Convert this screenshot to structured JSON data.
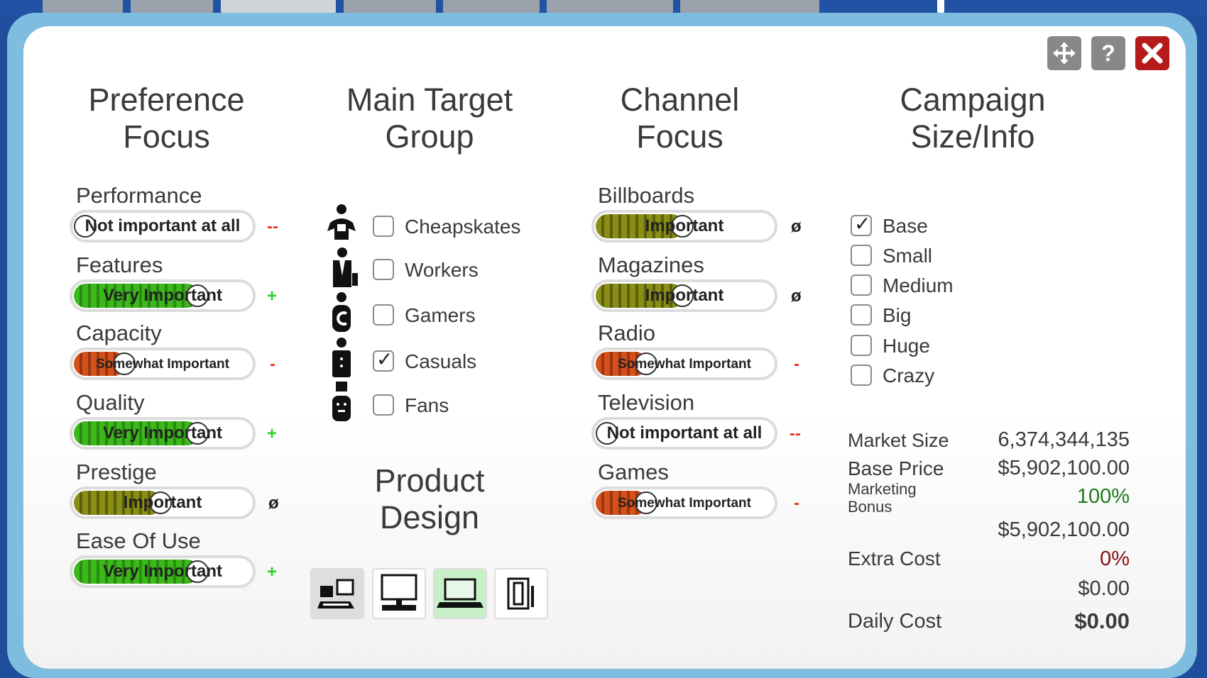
{
  "colors": {
    "positive": "#2bd12b",
    "neutral": "#222222",
    "negative": "#e33a2a",
    "bonus": "#1f7a1f",
    "extra": "#8b1010"
  },
  "toolbar": {
    "move_icon": "move-icon",
    "help_label": "?",
    "close_icon": "close-icon"
  },
  "headings": {
    "preference": "Preference Focus",
    "target": "Main Target Group",
    "channel": "Channel Focus",
    "campaign": "Campaign Size/Info",
    "product": "Product Design"
  },
  "preferences": [
    {
      "name": "Performance",
      "value": "Not important at all",
      "level": 0,
      "indicator": "--"
    },
    {
      "name": "Features",
      "value": "Very Important",
      "level": 0.72,
      "indicator": "+"
    },
    {
      "name": "Capacity",
      "value": "Somewhat Important",
      "level": 0.25,
      "indicator": "-"
    },
    {
      "name": "Quality",
      "value": "Very Important",
      "level": 0.72,
      "indicator": "+"
    },
    {
      "name": "Prestige",
      "value": "Important",
      "level": 0.48,
      "indicator": "ø"
    },
    {
      "name": "Ease Of Use",
      "value": "Very Important",
      "level": 0.72,
      "indicator": "+"
    }
  ],
  "targets": [
    {
      "name": "Cheapskates",
      "checked": false,
      "icon": "cheapskate-icon"
    },
    {
      "name": "Workers",
      "checked": false,
      "icon": "worker-icon"
    },
    {
      "name": "Gamers",
      "checked": false,
      "icon": "gamer-icon"
    },
    {
      "name": "Casuals",
      "checked": true,
      "icon": "casual-icon"
    },
    {
      "name": "Fans",
      "checked": false,
      "icon": "fan-icon"
    }
  ],
  "channels": [
    {
      "name": "Billboards",
      "value": "Important",
      "level": 0.48,
      "indicator": "ø"
    },
    {
      "name": "Magazines",
      "value": "Important",
      "level": 0.48,
      "indicator": "ø"
    },
    {
      "name": "Radio",
      "value": "Somewhat Important",
      "level": 0.25,
      "indicator": "-"
    },
    {
      "name": "Television",
      "value": "Not important at all",
      "level": 0,
      "indicator": "--"
    },
    {
      "name": "Games",
      "value": "Somewhat Important",
      "level": 0.25,
      "indicator": "-"
    }
  ],
  "sizes": [
    {
      "name": "Base",
      "checked": true
    },
    {
      "name": "Small",
      "checked": false
    },
    {
      "name": "Medium",
      "checked": false
    },
    {
      "name": "Big",
      "checked": false
    },
    {
      "name": "Huge",
      "checked": false
    },
    {
      "name": "Crazy",
      "checked": false
    }
  ],
  "info": {
    "market_size_label": "Market Size",
    "market_size": "6,374,344,135",
    "base_price_label": "Base Price",
    "base_price": "$5,902,100.00",
    "bonus_label": "Marketing Bonus",
    "bonus": "100%",
    "bonus_total": "$5,902,100.00",
    "extra_label": "Extra Cost",
    "extra": "0%",
    "extra_total": "$0.00",
    "daily_label": "Daily Cost",
    "daily": "$0.00"
  },
  "designs": [
    {
      "icon": "desktop-keyboard-icon",
      "selected": false,
      "shaded": true
    },
    {
      "icon": "monitor-icon",
      "selected": false
    },
    {
      "icon": "laptop-icon",
      "selected": true
    },
    {
      "icon": "tablet-icon",
      "selected": false
    }
  ]
}
